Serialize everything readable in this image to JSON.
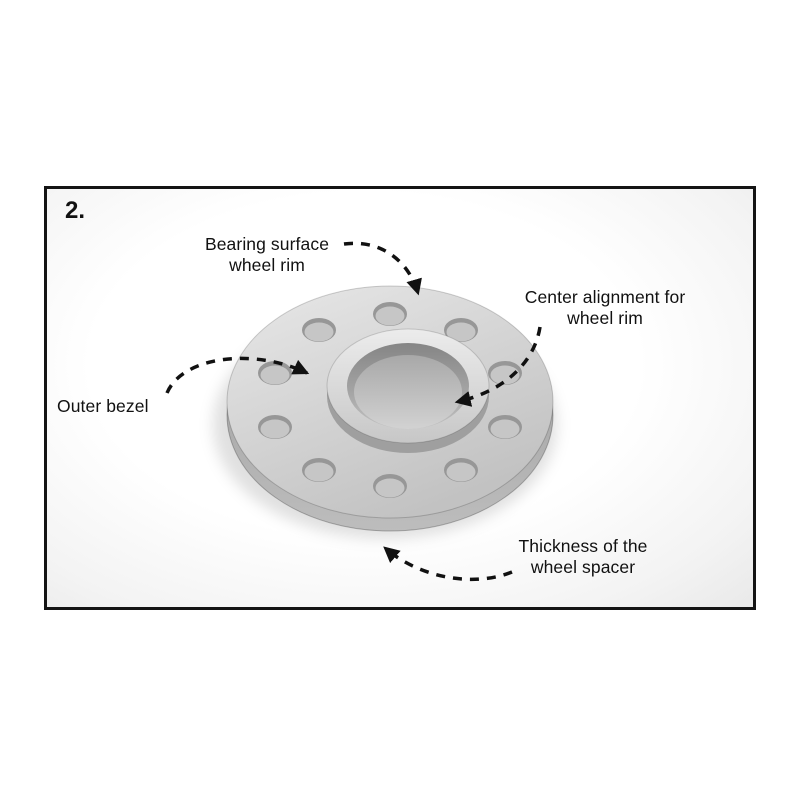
{
  "diagram": {
    "step": "2.",
    "labels": {
      "bearing_surface": "Bearing surface\nwheel rim",
      "center_alignment": "Center alignment for\nwheel rim",
      "outer_bezel": "Outer bezel",
      "thickness": "Thickness of the\nwheel spacer"
    },
    "illustration": {
      "subject": "wheel-spacer",
      "parts": [
        "disc",
        "bolt-holes",
        "hub-ring",
        "center-bore",
        "thickness-edge"
      ],
      "bolt_hole_count": 10
    },
    "colors": {
      "frame_border": "#141414",
      "background": "#ffffff",
      "spacer_light": "#e6e6e6",
      "spacer_mid": "#c3c3c3",
      "spacer_dark": "#8b8b8b",
      "arrow": "#111111",
      "text": "#111111"
    }
  }
}
